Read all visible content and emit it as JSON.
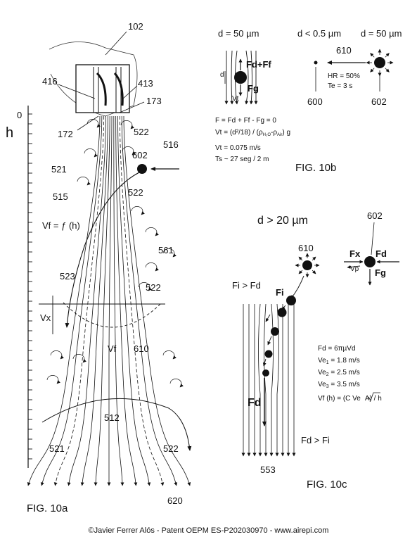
{
  "footer": "©Javier Ferrer Alós - Patent OEPM ES-P202030970 - www.airepi.com",
  "fig10a": {
    "caption": "FIG. 10a",
    "axis_label": "h",
    "axis_zero": "0",
    "vf_formula": "Vf = ƒ (h)",
    "vx": "Vx",
    "vf": "Vf",
    "labels": {
      "l102": "102",
      "l416": "416",
      "l413": "413",
      "l173": "173",
      "l172": "172",
      "l522a": "522",
      "l516": "516",
      "l602": "602",
      "l521a": "521",
      "l522b": "522",
      "l515": "515",
      "l561": "561",
      "l523": "523",
      "l522c": "522",
      "l610": "610",
      "l512": "512",
      "l521b": "521",
      "l522d": "522",
      "l620": "620"
    }
  },
  "fig10b": {
    "caption": "FIG. 10b",
    "d1": "d = 50 µm",
    "d2": "d < 0.5 µm",
    "d3": "d = 50 µm",
    "fdff": "Fd+Ff",
    "fg": "Fg",
    "d": "d",
    "vt": "Vt",
    "l610": "610",
    "hr": "HR = 50%",
    "te": "Te = 3 s",
    "l600": "600",
    "l602": "602",
    "eq1": "F = Fd + Ff - Fg = 0",
    "eq2": "Vt = (d²/18) / (ρ",
    "eq2b": "H₂O",
    "eq2c": "-ρ",
    "eq2d": "Air",
    "eq2e": ") g",
    "eq3": "Vt = 0.075 m/s",
    "eq4": "Ts ~ 27 seg / 2 m"
  },
  "fig10c": {
    "caption": "FIG. 10c",
    "d": "d > 20 µm",
    "l602": "602",
    "l610": "610",
    "fx": "Fx",
    "fd": "Fd",
    "vp": "Vp",
    "fg": "Fg",
    "fi_fd": "Fi > Fd",
    "fi": "Fi",
    "fd_big": "Fd",
    "fd_fi": "Fd > Fi",
    "l553": "553",
    "eq1": "Fd = 6πµVd",
    "ve1": "Ve",
    "ve1s": "1",
    "ve1v": " = 1.8 m/s",
    "ve2": "Ve",
    "ve2s": "2",
    "ve2v": " = 2.5 m/s",
    "ve3": "Ve",
    "ve3s": "3",
    "ve3v": " = 3.5 m/s",
    "vfh1": "Vf (h) = (C Ve",
    "vfh2": "A",
    "vfh3": ") / h"
  }
}
